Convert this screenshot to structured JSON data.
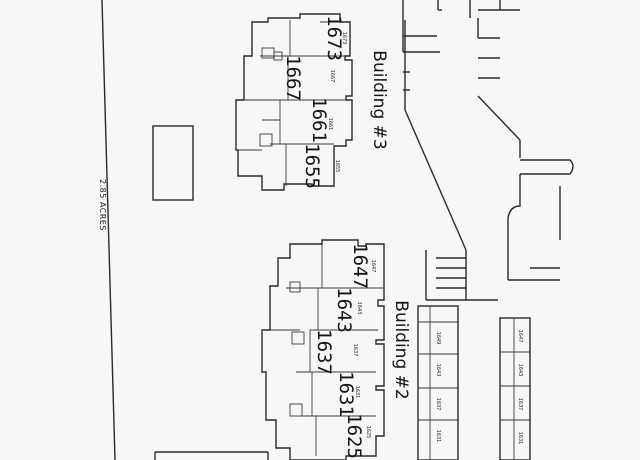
{
  "site": {
    "acreage_label": "2.85 ACRES",
    "building_3": {
      "title": "Building #3",
      "units": [
        "1673",
        "1667",
        "1661",
        "1655"
      ],
      "small_labels": [
        "1673",
        "1667",
        "1661",
        "1655"
      ]
    },
    "building_2": {
      "title": "Building #2",
      "units": [
        "1647",
        "1643",
        "1637",
        "1631",
        "1625"
      ],
      "small_labels": [
        "1647",
        "1643",
        "1637",
        "1631",
        "1625"
      ]
    },
    "garage_row_a": [
      "1649",
      "1643",
      "1637",
      "1631"
    ],
    "garage_row_b": [
      "1647",
      "1643",
      "1637",
      "1631"
    ]
  },
  "colors": {
    "paper": "#f7f7f5",
    "ink": "#2a2a2a"
  }
}
